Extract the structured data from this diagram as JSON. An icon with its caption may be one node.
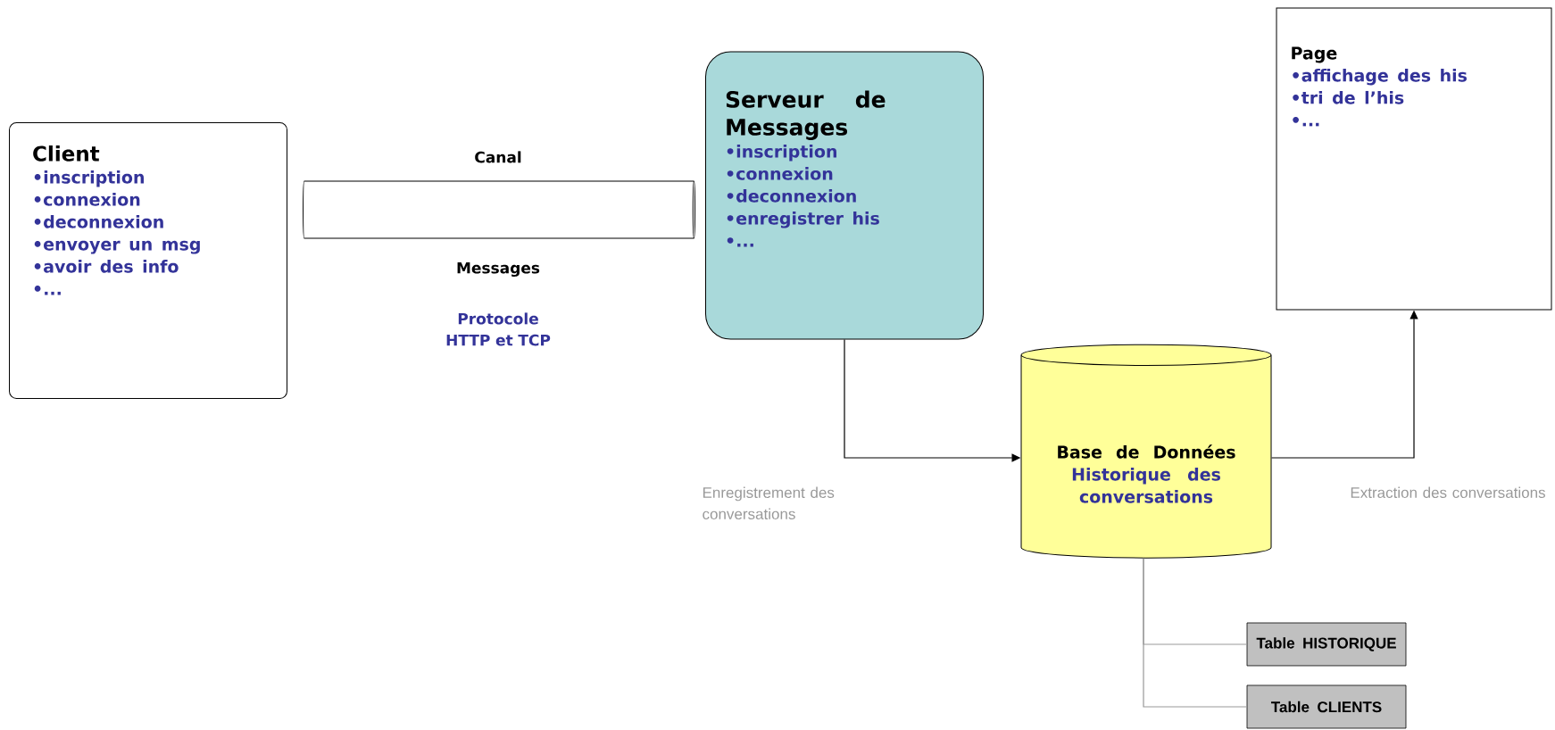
{
  "diagram": {
    "nodes": [
      {
        "text": [
          "Client",
          "•inscription",
          "•connexion",
          "•deconnexion",
          "•envoyer un msg",
          "•avoir des info",
          "•..."
        ]
      },
      {
        "text": [],
        "shape": "cylinder",
        "beside": [
          "Canal",
          "Messages",
          "Protocole HTTP et TCP"
        ]
      },
      {
        "text": [
          "Serveur de Messages",
          "•inscription",
          "•connexion",
          "•deconnexion",
          "•enregistrer his",
          "•..."
        ]
      },
      {
        "text": [
          "Base de Données",
          "Historique des conversations"
        ]
      },
      {
        "text": [
          "Page",
          "•affichage des his",
          "•tri de l’his",
          "•..."
        ]
      },
      {
        "text": [
          "Table HISTORIQUE"
        ]
      },
      {
        "text": [
          "Table CLIENTS"
        ]
      }
    ],
    "edges": [
      {
        "from": 2,
        "to": 3,
        "arrow": "to",
        "label": "Enregistrement des conversations"
      },
      {
        "from": 3,
        "to": 4,
        "arrow": "to",
        "label": "Extraction des conversations"
      },
      {
        "from": 3,
        "to": 5,
        "arrow": "none",
        "color": "#999999"
      },
      {
        "from": 3,
        "to": 6,
        "arrow": "none",
        "color": "#999999"
      }
    ]
  }
}
